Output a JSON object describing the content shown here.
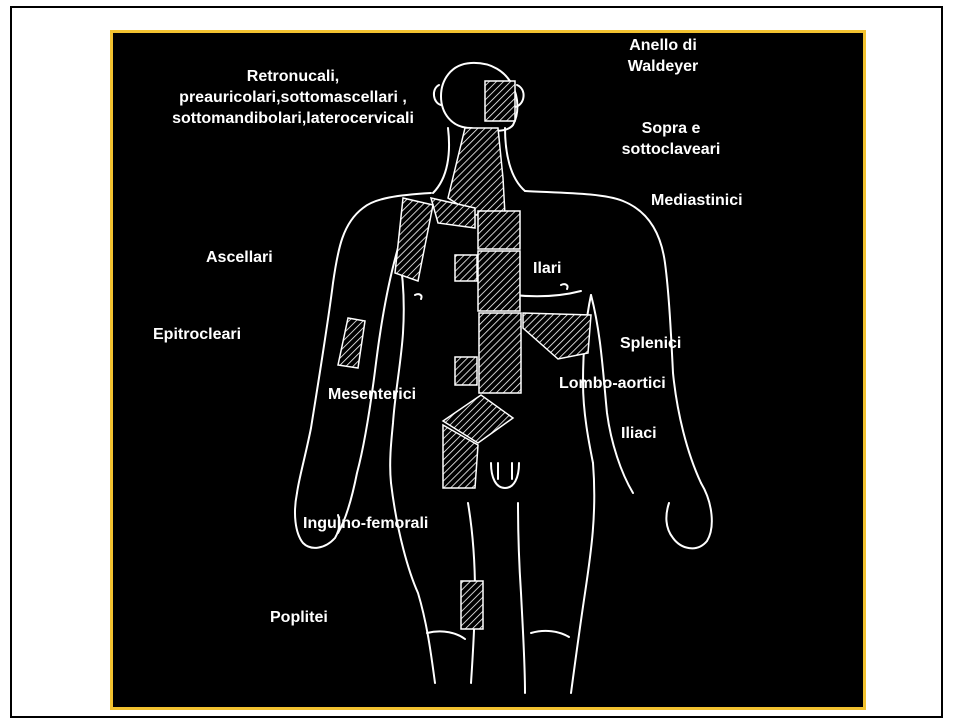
{
  "colors": {
    "background": "#000000",
    "frame": "#f2c230",
    "lines": "#ffffff",
    "text": "#ffffff"
  },
  "labels": {
    "waldeyer_1": "Anello di",
    "waldeyer_2": "Waldeyer",
    "neck_1": "Retronucali,",
    "neck_2": "preauricolari,sottomascellari ,",
    "neck_3": "sottomandibolari,laterocervicali",
    "supraclavicular_1": "Sopra e",
    "supraclavicular_2": "sottoclaveari",
    "mediastinal": "Mediastinici",
    "axillary": "Ascellari",
    "hilar": "Ilari",
    "epitrochlear": "Epitrocleari",
    "splenic": "Splenici",
    "lumbo_aortic": "Lombo-aortici",
    "mesenteric": "Mesenterici",
    "iliac": "Iliaci",
    "inguinal": "Inguino-femorali",
    "popliteal": "Poplitei"
  }
}
